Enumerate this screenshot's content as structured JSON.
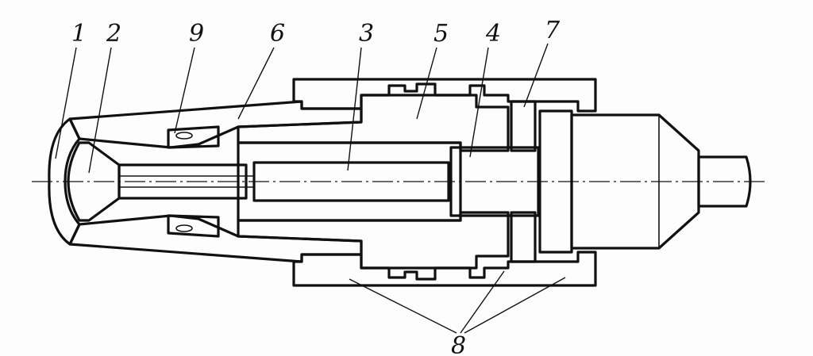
{
  "diagram": {
    "labels": [
      {
        "key": "l1",
        "text": "1"
      },
      {
        "key": "l2",
        "text": "2"
      },
      {
        "key": "l9",
        "text": "9"
      },
      {
        "key": "l6",
        "text": "6"
      },
      {
        "key": "l3",
        "text": "3"
      },
      {
        "key": "l5",
        "text": "5"
      },
      {
        "key": "l4",
        "text": "4"
      },
      {
        "key": "l7",
        "text": "7"
      },
      {
        "key": "l8",
        "text": "8"
      }
    ]
  }
}
